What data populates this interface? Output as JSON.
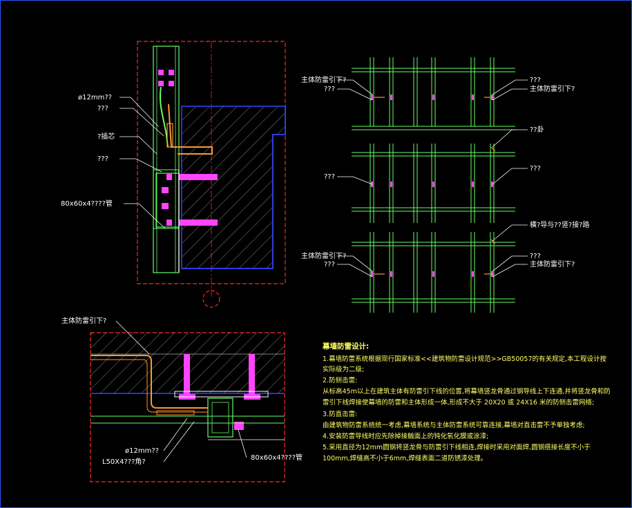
{
  "colors": {
    "background": "#000000",
    "border_blue": "#2a55ff",
    "frame_red": "#ff2a2a",
    "mullion_green": "#66ff66",
    "steel_orange": "#ff9933",
    "bolt_magenta": "#ff44ff",
    "concrete_blue": "#3344ff",
    "text_white": "#ffffff",
    "text_yellow": "#ffff66"
  },
  "top_section": {
    "labels": {
      "rebar": "ø12mm??",
      "item2": "???",
      "item3": "?插芯",
      "item4": "???",
      "tube": "80x60x4????管"
    }
  },
  "elevation": {
    "left_labels": {
      "r1_top": "主体防雷引下?",
      "r1_bot": "???",
      "r2": "???",
      "r3_top": "主体防雷引下?",
      "r3_bot": "???"
    },
    "right_labels": {
      "r1_top": "???",
      "r1_bot": "主体防雷引下?",
      "mid1": "??卦",
      "r2": "???",
      "mid2": "橫?导与??竖?接?路",
      "r3_top": "???",
      "r3_bot": "主体防雷引下?"
    }
  },
  "bottom_section": {
    "labels": {
      "main": "主体防雷引下?",
      "rebar": "ø12mm??",
      "angle": "L50X4???角?",
      "tube": "80x60x4????管"
    }
  },
  "notes": {
    "title": "幕墙防雷设计:",
    "lines": [
      "1.幕墙防雷系统根据现行国家标准<<建筑物防雷设计规范>>GB50057的有关规定,本工程设计按",
      "  实际级为二级;",
      "2.防侧击雷:",
      "从标高45m以上在建筑主体有防雷引下线的位置,将幕墙竖龙骨通过钢导线上下连通,并将竖龙骨和防",
      "雷引下线焊接使幕墙的防雷和主体形成一体,形成不大于   20X20  或  24X16  米的防侧击雷网络;",
      "3.防直击雷:",
      "由建筑物防雷系统统一考虑,幕墙系统与主体防雷系统可靠连接,幕墙对直击雷不予单独考虑;",
      "4.安装防雷导线时应先除掉接触面上的钝化氧化膜或涂漆;",
      "5.采用直径为12mm圆钢将竖龙骨与防雷引下线相连,焊接时采用对面焊,圆钢搭接长度不小于",
      "100mm,焊缝高不小于6mm,焊缝表面二道防锈漆处理。"
    ]
  }
}
